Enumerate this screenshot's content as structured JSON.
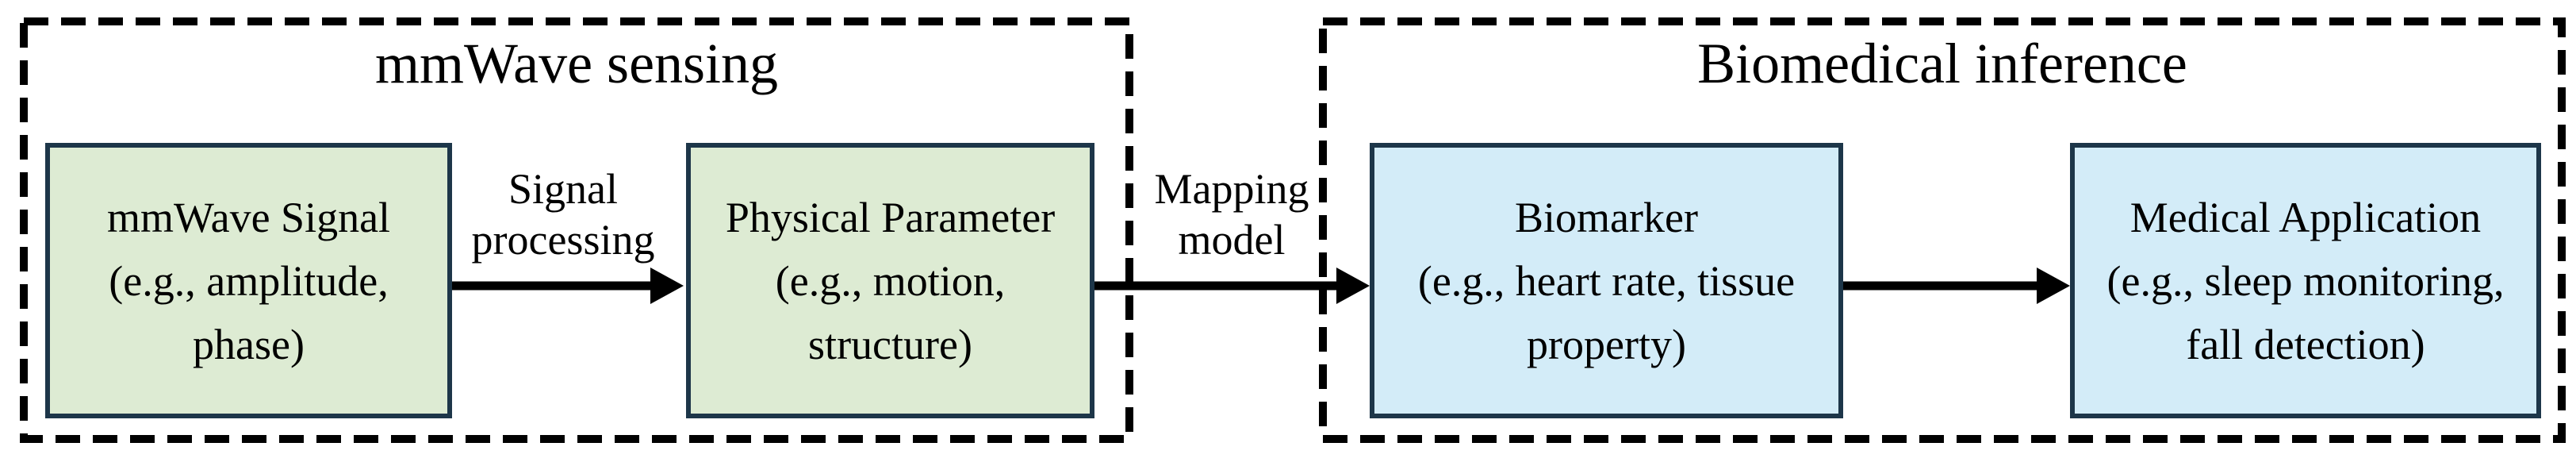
{
  "figure": {
    "groups": [
      {
        "title": "mmWave sensing"
      },
      {
        "title": "Biomedical inference"
      }
    ],
    "nodes": [
      {
        "group": "mmWave sensing",
        "lines": [
          "mmWave Signal",
          "(e.g., amplitude,",
          "phase)"
        ]
      },
      {
        "group": "mmWave sensing",
        "lines": [
          "Physical Parameter",
          "(e.g., motion,",
          "structure)"
        ]
      },
      {
        "group": "Biomedical inference",
        "lines": [
          "Biomarker",
          "(e.g., heart rate, tissue",
          "property)"
        ]
      },
      {
        "group": "Biomedical inference",
        "lines": [
          "Medical Application",
          "(e.g., sleep monitoring,",
          "fall detection)"
        ]
      }
    ],
    "arrows": [
      {
        "from": "mmWave Signal",
        "to": "Physical Parameter",
        "label_lines": [
          "Signal",
          "processing"
        ]
      },
      {
        "from": "Physical Parameter",
        "to": "Biomarker",
        "label_lines": [
          "Mapping",
          "model"
        ]
      },
      {
        "from": "Biomarker",
        "to": "Medical Application",
        "label_lines": []
      }
    ],
    "colors": {
      "sensing_node_fill": "#DDEBD3",
      "inference_node_fill": "#D3ECF8",
      "node_border": "#1D3649",
      "group_outline": "#000000",
      "arrow": "#000000",
      "text": "#000000"
    }
  }
}
